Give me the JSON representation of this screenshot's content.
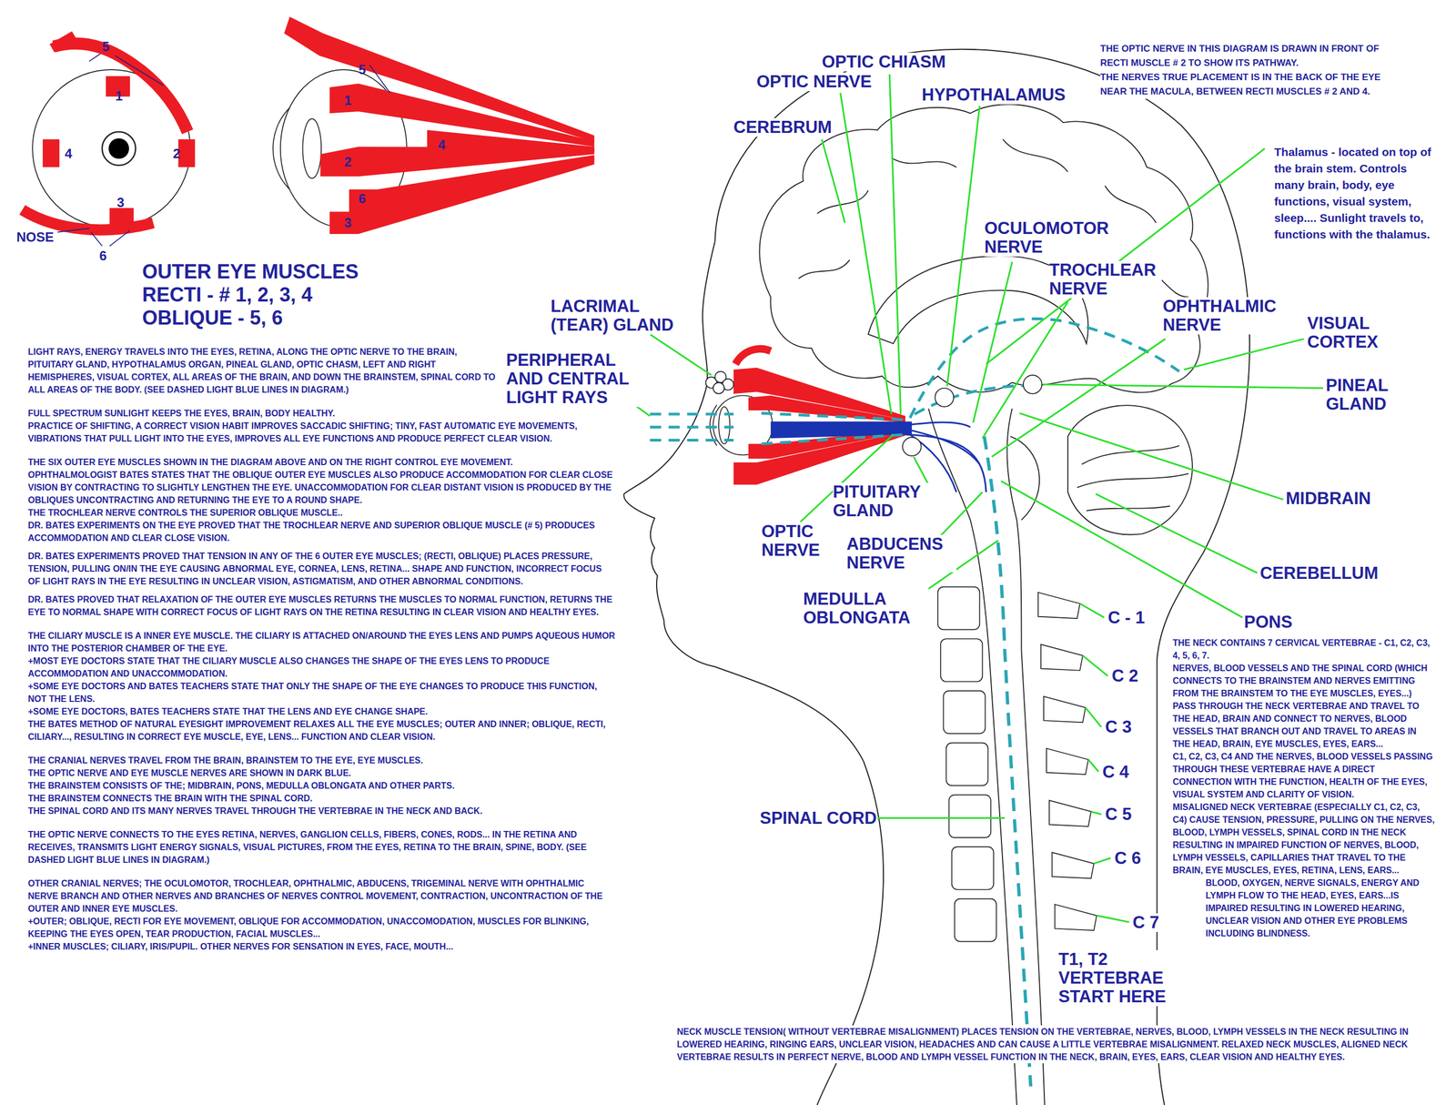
{
  "diagram": {
    "labels": [
      "5",
      "1",
      "4",
      "2",
      "3",
      "NOSE",
      "6",
      "5",
      "1",
      "4",
      "2",
      "6",
      "3",
      "OUTER EYE MUSCLES",
      "RECTI - # 1, 2, 3, 4",
      "OBLIQUE - 5, 6",
      "LIGHT RAYS, ENERGY TRAVELS INTO THE EYES, RETINA, ALONG THE OPTIC NERVE TO THE BRAIN, PITUITARY GLAND, HYPOTHALAMUS ORGAN, PINEAL GLAND, OPTIC CHASM, LEFT AND RIGHT HEMISPHERES, VISUAL CORTEX, ALL AREAS OF THE BRAIN, AND DOWN THE BRAINSTEM, SPINAL CORD TO ALL AREAS OF THE BODY. (SEE DASHED LIGHT BLUE LINES IN DIAGRAM.)",
      "FULL SPECTRUM SUNLIGHT KEEPS THE EYES, BRAIN, BODY HEALTHY.",
      "PRACTICE OF SHIFTING, A CORRECT VISION HABIT IMPROVES SACCADIC SHIFTING; TINY, FAST AUTOMATIC EYE MOVEMENTS, VIBRATIONS THAT PULL LIGHT INTO THE EYES, IMPROVES ALL EYE FUNCTIONS AND PRODUCE PERFECT CLEAR VISION.",
      "THE SIX OUTER EYE MUSCLES SHOWN IN THE DIAGRAM ABOVE AND ON THE RIGHT CONTROL EYE MOVEMENT.",
      "OPHTHALMOLOGIST BATES STATES THAT THE OBLIQUE OUTER EYE MUSCLES ALSO PRODUCE ACCOMMODATION FOR CLEAR CLOSE VISION BY CONTRACTING TO SLIGHTLY LENGTHEN THE EYE. UNACCOMMODATION FOR CLEAR DISTANT VISION IS PRODUCED BY THE OBLIQUES UNCONTRACTING AND RETURNING THE EYE TO A ROUND SHAPE.",
      "THE TROCHLEAR NERVE CONTROLS THE SUPERIOR OBLIQUE MUSCLE..",
      "DR. BATES EXPERIMENTS ON THE EYE PROVED THAT THE TROCHLEAR NERVE AND SUPERIOR OBLIQUE MUSCLE (# 5) PRODUCES ACCOMMODATION AND CLEAR CLOSE VISION.",
      "DR. BATES EXPERIMENTS PROVED THAT TENSION IN ANY OF THE 6 OUTER EYE MUSCLES; (RECTI, OBLIQUE) PLACES PRESSURE, TENSION, PULLING ON/IN THE EYE CAUSING ABNORMAL EYE, CORNEA, LENS, RETINA... SHAPE AND FUNCTION, INCORRECT FOCUS OF LIGHT RAYS IN THE EYE RESULTING IN UNCLEAR VISION, ASTIGMATISM, AND OTHER ABNORMAL CONDITIONS.",
      "DR. BATES PROVED THAT RELAXATION OF THE OUTER EYE MUSCLES RETURNS THE MUSCLES TO NORMAL FUNCTION, RETURNS THE EYE TO NORMAL SHAPE WITH CORRECT FOCUS OF LIGHT RAYS ON THE RETINA RESULTING IN CLEAR VISION AND HEALTHY EYES.",
      "THE CILIARY MUSCLE IS A INNER EYE MUSCLE. THE CILIARY IS ATTACHED ON/AROUND THE EYES LENS AND PUMPS AQUEOUS HUMOR INTO THE POSTERIOR CHAMBER OF THE EYE.",
      "+MOST EYE DOCTORS STATE THAT THE CILIARY MUSCLE ALSO CHANGES THE SHAPE OF THE EYES LENS TO PRODUCE ACCOMMODATION AND UNACCOMMODATION.",
      "+SOME EYE DOCTORS AND BATES TEACHERS STATE THAT ONLY THE SHAPE OF THE EYE CHANGES TO PRODUCE THIS FUNCTION, NOT THE LENS.",
      "+SOME EYE DOCTORS, BATES TEACHERS STATE THAT THE LENS AND EYE CHANGE SHAPE.",
      "THE BATES METHOD OF NATURAL EYESIGHT IMPROVEMENT RELAXES ALL THE EYE MUSCLES; OUTER AND INNER; OBLIQUE, RECTI, CILIARY..., RESULTING IN CORRECT EYE MUSCLE, EYE, LENS... FUNCTION AND CLEAR VISION.",
      "THE CRANIAL NERVES TRAVEL FROM THE BRAIN, BRAINSTEM TO THE EYE, EYE MUSCLES.",
      "THE OPTIC NERVE AND EYE MUSCLE NERVES ARE SHOWN IN DARK BLUE.",
      "THE BRAINSTEM CONSISTS OF THE; MIDBRAIN, PONS, MEDULLA OBLONGATA AND OTHER PARTS.",
      "THE BRAINSTEM CONNECTS THE BRAIN WITH THE SPINAL CORD.",
      "THE SPINAL CORD AND ITS MANY NERVES TRAVEL THROUGH THE VERTEBRAE IN THE NECK AND BACK.",
      "THE OPTIC NERVE CONNECTS TO THE EYES RETINA, NERVES, GANGLION CELLS, FIBERS, CONES, RODS... IN THE RETINA AND RECEIVES, TRANSMITS LIGHT ENERGY SIGNALS, VISUAL PICTURES, FROM THE EYES, RETINA TO THE BRAIN, SPINE, BODY. (SEE DASHED LIGHT BLUE LINES IN DIAGRAM.)",
      "OTHER CRANIAL NERVES; THE OCULOMOTOR, TROCHLEAR, OPHTHALMIC, ABDUCENS, TRIGEMINAL NERVE WITH OPHTHALMIC NERVE BRANCH AND OTHER NERVES AND BRANCHES OF NERVES CONTROL MOVEMENT, CONTRACTION, UNCONTRACTION OF THE OUTER AND INNER EYE MUSCLES.",
      "+OUTER; OBLIQUE, RECTI FOR EYE MOVEMENT, OBLIQUE FOR ACCOMMODATION, UNACCOMODATION, MUSCLES FOR BLINKING, KEEPING THE EYES OPEN, TEAR PRODUCTION, FACIAL MUSCLES...",
      "+INNER MUSCLES; CILIARY, IRIS/PUPIL. OTHER NERVES FOR SENSATION IN EYES, FACE, MOUTH...",
      "OPTIC CHIASM",
      "OPTIC NERVE",
      "HYPOTHALAMUS",
      "CEREBRUM",
      "THE OPTIC NERVE IN THIS DIAGRAM IS DRAWN IN FRONT OF RECTI MUSCLE # 2 TO SHOW ITS PATHWAY.",
      "THE NERVES TRUE PLACEMENT IS IN THE BACK OF THE EYE NEAR THE MACULA, BETWEEN RECTI MUSCLES # 2 AND 4.",
      "Thalamus - located on top of the brain stem. Controls many brain, body, eye functions, visual system, sleep.... Sunlight travels to, functions with the thalamus.",
      "OCULOMOTOR NERVE",
      "TROCHLEAR NERVE",
      "LACRIMAL (TEAR) GLAND",
      "OPHTHALMIC NERVE",
      "VISUAL CORTEX",
      "PERIPHERAL AND CENTRAL LIGHT RAYS",
      "PINEAL GLAND",
      "PITUITARY GLAND",
      "MIDBRAIN",
      "OPTIC NERVE",
      "ABDUCENS NERVE",
      "CEREBELLUM",
      "MEDULLA OBLONGATA",
      "C - 1",
      "PONS",
      "THE NECK CONTAINS 7 CERVICAL VERTEBRAE - C1, C2, C3, 4, 5, 6, 7.",
      "NERVES, BLOOD VESSELS AND THE SPINAL CORD (WHICH CONNECTS TO THE BRAINSTEM AND NERVES EMITTING FROM THE BRAINSTEM TO THE EYE MUSCLES, EYES...) PASS THROUGH THE NECK VERTEBRAE AND TRAVEL TO THE HEAD, BRAIN AND CONNECT TO NERVES, BLOOD VESSELS THAT BRANCH OUT AND TRAVEL TO AREAS IN THE HEAD, BRAIN, EYE MUSCLES, EYES, EARS...",
      "C1, C2, C3, C4 AND THE NERVES, BLOOD VESSELS PASSING THROUGH THESE VERTEBRAE HAVE A DIRECT CONNECTION WITH THE FUNCTION, HEALTH OF THE EYES, VISUAL SYSTEM AND CLARITY OF VISION.",
      "MISALIGNED NECK VERTEBRAE (ESPECIALLY C1, C2, C3, C4) CAUSE TENSION, PRESSURE, PULLING ON THE NERVES, BLOOD, LYMPH VESSELS, SPINAL CORD IN THE NECK RESULTING IN IMPAIRED FUNCTION OF NERVES, BLOOD, LYMPH VESSELS, CAPILLARIES THAT TRAVEL TO THE BRAIN, EYE MUSCLES, EYES, RETINA, LENS, EARS...",
      "BLOOD, OXYGEN, NERVE SIGNALS, ENERGY AND LYMPH FLOW TO THE HEAD, EYES, EARS...IS IMPAIRED RESULTING IN LOWERED HEARING, UNCLEAR VISION AND OTHER EYE PROBLEMS INCLUDING BLINDNESS.",
      "C 2",
      "C 3",
      "C 4",
      "SPINAL CORD",
      "C 5",
      "C 6",
      "C 7",
      "T1, T2 VERTEBRAE START HERE",
      "NECK MUSCLE TENSION( WITHOUT VERTEBRAE MISALIGNMENT) PLACES TENSION ON THE VERTEBRAE, NERVES, BLOOD, LYMPH VESSELS IN THE NECK RESULTING IN LOWERED HEARING, RINGING EARS, UNCLEAR VISION, HEADACHES AND CAN CAUSE A LITTLE VERTEBRAE MISALIGNMENT. RELAXED NECK MUSCLES, ALIGNED NECK VERTEBRAE RESULTS IN PERFECT NERVE, BLOOD AND LYMPH VESSEL FUNCTION IN THE NECK, BRAIN, EYES, EARS, CLEAR VISION AND HEALTHY EYES."
    ]
  }
}
